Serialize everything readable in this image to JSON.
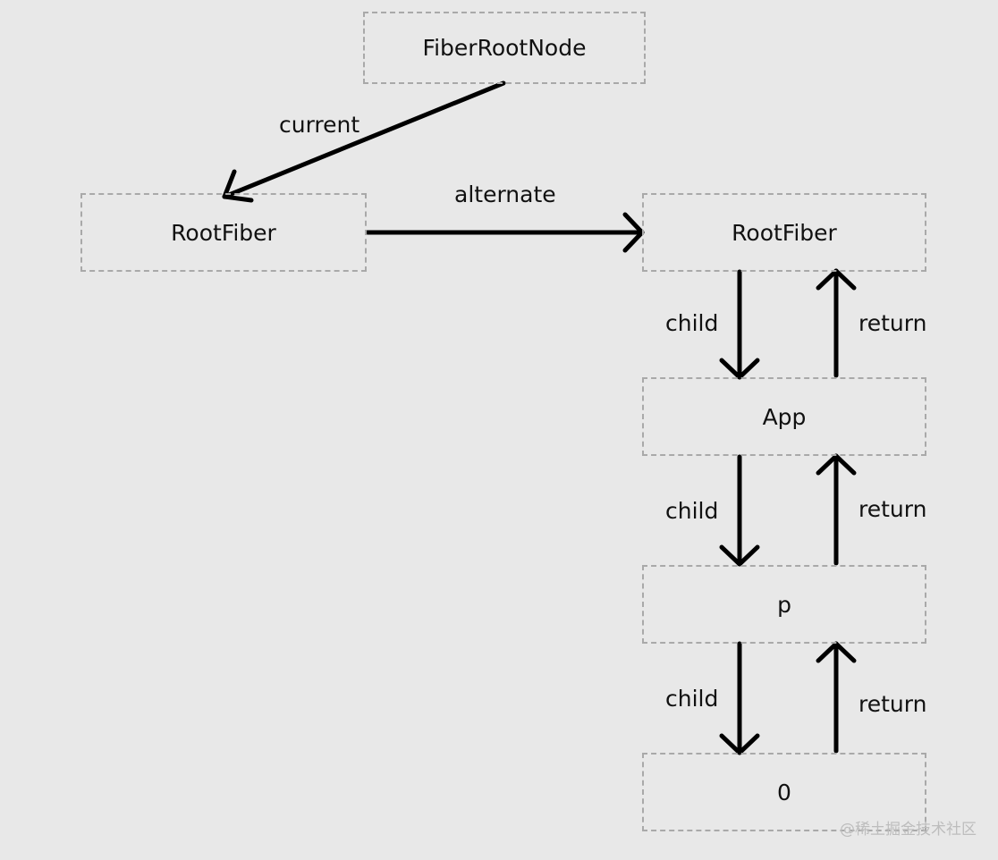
{
  "nodes": {
    "fiber_root_node": "FiberRootNode",
    "current_root_fiber": "RootFiber",
    "wip_root_fiber": "RootFiber",
    "app": "App",
    "p": "p",
    "zero": "0"
  },
  "edges": {
    "current": "current",
    "alternate": "alternate",
    "child_1": "child",
    "return_1": "return",
    "child_2": "child",
    "return_2": "return",
    "child_3": "child",
    "return_3": "return"
  },
  "watermark": "@稀土掘金技术社区",
  "colors": {
    "background": "#e8e8e8",
    "node_border": "#a9a9a9",
    "line": "#000000",
    "text": "#111111"
  }
}
